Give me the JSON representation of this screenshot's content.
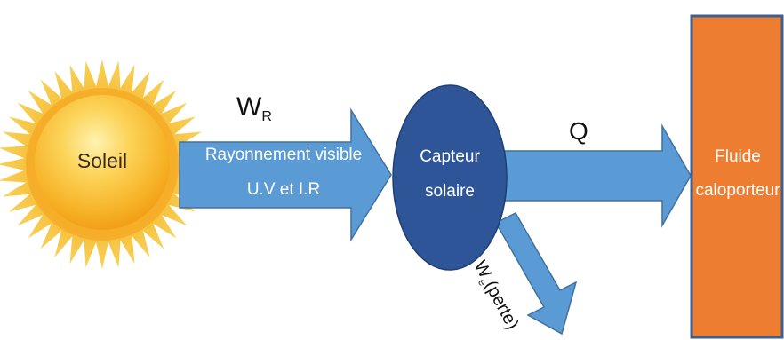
{
  "colors": {
    "arrow_fill": "#5b9bd5",
    "arrow_stroke": "#41719c",
    "collector_fill": "#2e5597",
    "fluid_fill": "#ed7d31",
    "fluid_stroke": "#3f5f8f",
    "sun_core": "#f4b52a",
    "sun_rays": "#f6a51a"
  },
  "sun": {
    "label": "Soleil",
    "icon": "sun-icon"
  },
  "radiation_arrow": {
    "symbol": "W",
    "symbol_subscript": "R",
    "line1": "Rayonnement visible",
    "line2": "U.V et I.R"
  },
  "collector": {
    "line1": "Capteur",
    "line2": "solaire"
  },
  "heat_arrow": {
    "symbol": "Q"
  },
  "fluid": {
    "line1": "Fluide",
    "line2": "caloporteur"
  },
  "loss_arrow": {
    "symbol": "W",
    "symbol_subscript": "e",
    "suffix": "(perte)"
  }
}
